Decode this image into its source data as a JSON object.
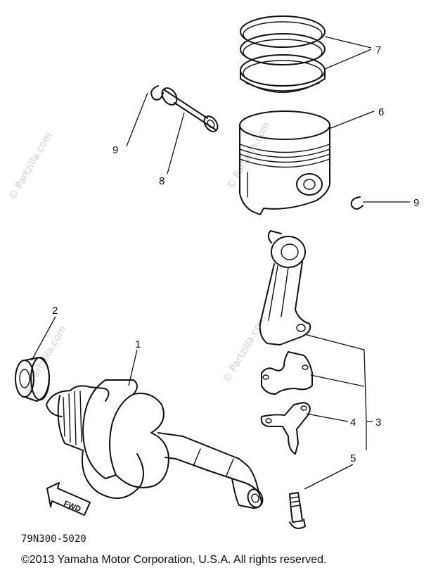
{
  "callouts": {
    "c1": "1",
    "c2": "2",
    "c3": "3",
    "c4": "4",
    "c5": "5",
    "c6": "6",
    "c7": "7",
    "c8": "8",
    "c9_left": "9",
    "c9_right": "9"
  },
  "arrow_label": "FWD",
  "diagram_code": "79N300-5020",
  "copyright": "©2013  Yamaha Motor Corporation, U.S.A. All rights reserved.",
  "watermark": "© Partzilla.com"
}
